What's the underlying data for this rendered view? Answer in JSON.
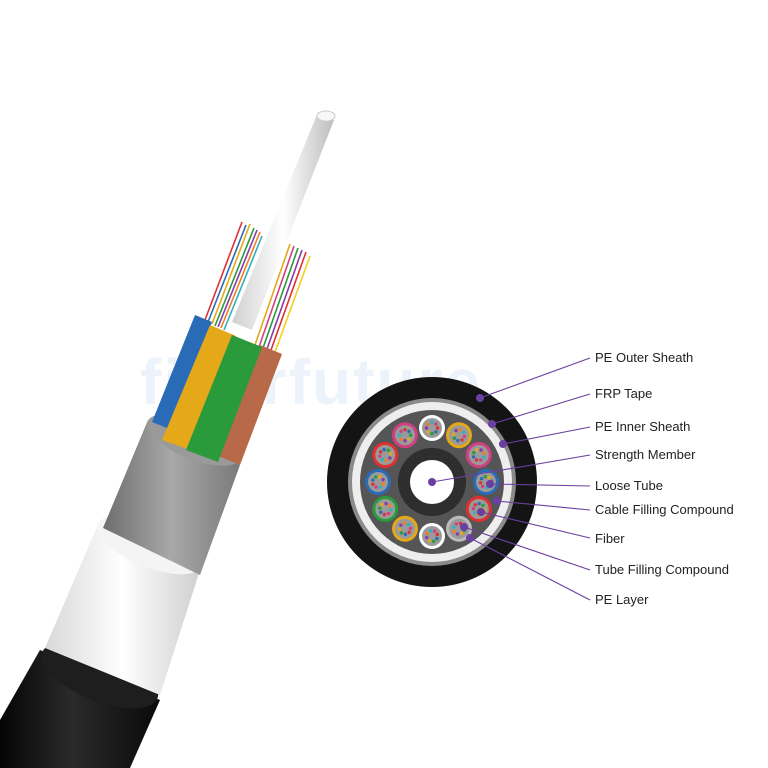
{
  "watermark": "fiberfuture",
  "callouts": [
    {
      "id": "pe-outer-sheath",
      "label": "PE Outer Sheath"
    },
    {
      "id": "frp-tape",
      "label": "FRP Tape"
    },
    {
      "id": "pe-inner-sheath",
      "label": "PE Inner Sheath"
    },
    {
      "id": "strength-member",
      "label": "Strength Member"
    },
    {
      "id": "loose-tube",
      "label": "Loose Tube"
    },
    {
      "id": "cable-filling-compound",
      "label": "Cable Filling Compound"
    },
    {
      "id": "fiber",
      "label": "Fiber"
    },
    {
      "id": "tube-filling-compound",
      "label": "Tube Filling Compound"
    },
    {
      "id": "pe-layer",
      "label": "PE Layer"
    }
  ],
  "colors": {
    "leader": "#6b3fa0",
    "jacket": "#141414",
    "inner_sheath": "#f2f2f2",
    "frp_tape": "#8a8a8a",
    "tube_blue": "#2a6bb8",
    "tube_yellow": "#e4a818",
    "tube_green": "#2a9a3a",
    "tube_brown": "#b86a48"
  }
}
